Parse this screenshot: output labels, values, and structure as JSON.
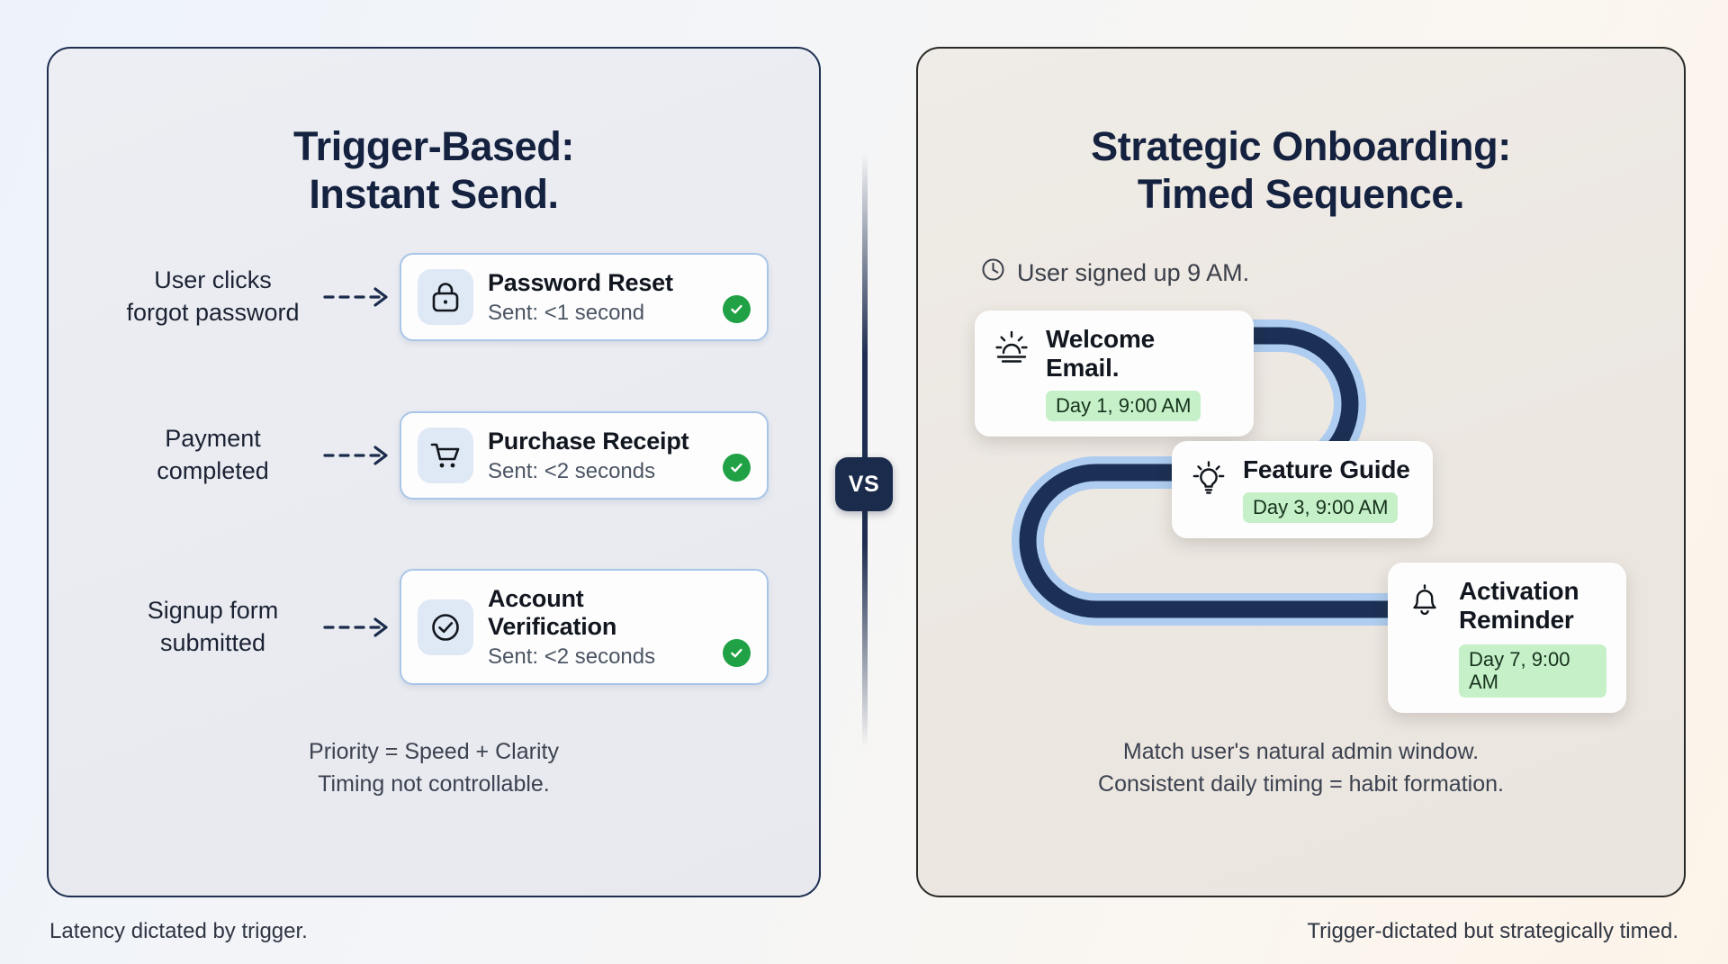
{
  "left_panel": {
    "title_line1": "Trigger-Based:",
    "title_line2": "Instant Send.",
    "triggers": [
      {
        "label_line1": "User clicks",
        "label_line2": "forgot password",
        "icon": "lock-icon",
        "card_title": "Password Reset",
        "card_sub": "Sent: <1 second",
        "status_icon": "check-circle-icon"
      },
      {
        "label_line1": "Payment",
        "label_line2": "completed",
        "icon": "shopping-cart-icon",
        "card_title": "Purchase Receipt",
        "card_sub": "Sent: <2 seconds",
        "status_icon": "check-circle-icon"
      },
      {
        "label_line1": "Signup form",
        "label_line2": "submitted",
        "icon": "check-circle-outline-icon",
        "card_title": "Account Verification",
        "card_sub": "Sent: <2 seconds",
        "status_icon": "check-circle-icon"
      }
    ],
    "footnote_line1": "Priority = Speed + Clarity",
    "footnote_line2": "Timing not controllable."
  },
  "divider": {
    "badge_label": "VS"
  },
  "right_panel": {
    "title_line1": "Strategic Onboarding:",
    "title_line2": "Timed Sequence.",
    "signup_note": "User signed up 9 AM.",
    "signup_icon": "clock-icon",
    "steps": [
      {
        "icon": "sunrise-icon",
        "title": "Welcome Email.",
        "day": "Day 1, 9:00 AM"
      },
      {
        "icon": "lightbulb-icon",
        "title": "Feature Guide",
        "day": "Day 3, 9:00 AM"
      },
      {
        "icon": "bell-icon",
        "title": "Activation\nReminder",
        "day": "Day 7, 9:00 AM"
      }
    ],
    "footnote_line1": "Match user's natural admin window.",
    "footnote_line2": "Consistent daily timing = habit formation."
  },
  "captions": {
    "left": "Latency dictated by trigger.",
    "right": "Trigger-dictated but strategically timed."
  },
  "colors": {
    "navy": "#14213f",
    "card_border_blue": "#a9c6e8",
    "icon_tile_blue": "#dfe8f5",
    "success_green": "#21a145",
    "day_badge_green": "#c5f0c8",
    "path_dark": "#1b3054",
    "path_light": "#aecdf0",
    "left_panel_bg": "#eceef3",
    "right_panel_bg": "#efebe6"
  }
}
